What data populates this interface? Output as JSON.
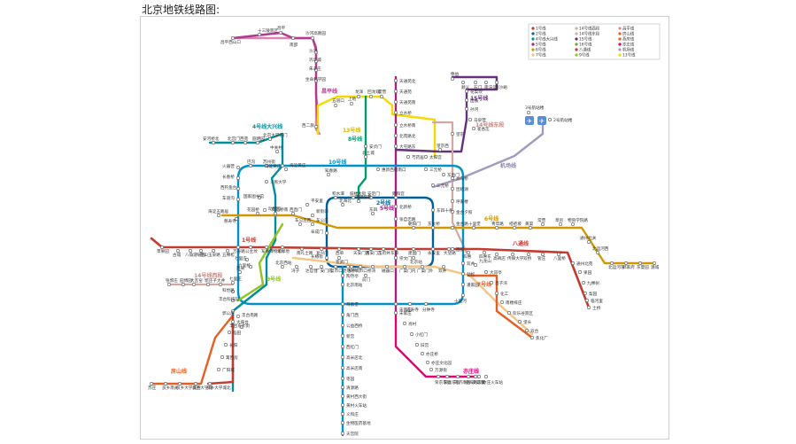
{
  "page": {
    "title": "北京地铁线路图:"
  },
  "legend": {
    "items": [
      {
        "label": "1号线",
        "color": "#c23a30"
      },
      {
        "label": "14号线西段",
        "color": "#d5a7a1"
      },
      {
        "label": "昌平线",
        "color": "#de82b2"
      },
      {
        "label": "2号线",
        "color": "#006098"
      },
      {
        "label": "14号线东段",
        "color": "#d5a7a1"
      },
      {
        "label": "房山线",
        "color": "#e46022"
      },
      {
        "label": "4号线大兴线",
        "color": "#008e9c"
      },
      {
        "label": "15号线",
        "color": "#653279"
      },
      {
        "label": "燕房线",
        "color": "#e46022"
      },
      {
        "label": "5号线",
        "color": "#a6217f"
      },
      {
        "label": "16号线",
        "color": "#6ba539"
      },
      {
        "label": "亦庄线",
        "color": "#e40077"
      },
      {
        "label": "6号线",
        "color": "#d29700"
      },
      {
        "label": "八通线",
        "color": "#c23a30"
      },
      {
        "label": "机场线",
        "color": "#a29bbb"
      },
      {
        "label": "7号线",
        "color": "#f6c582"
      },
      {
        "label": "9号线",
        "color": "#8fc31f"
      },
      {
        "label": "13号线",
        "color": "#f4da00"
      }
    ]
  },
  "line_labels": {
    "changping": "昌平线",
    "l13": "13号线",
    "l8": "8号线",
    "l10": "10号线",
    "l4": "4号线大兴线",
    "l5": "5号线",
    "l15": "15号线",
    "l14": "14号线东段",
    "airport": "机场线",
    "l6": "6号线",
    "l1": "1号线",
    "batong": "八通线",
    "l14w": "14号线西段",
    "l9": "9号线",
    "fangshan": "房山线",
    "yizhuang": "亦庄线",
    "l7": "7号线",
    "l2": "2号线",
    "l10b": "10号线"
  },
  "stations": {
    "s01": "十三陵景区",
    "s02": "昌平西山口",
    "s03": "昌平",
    "s04": "南邵",
    "s05": "沙河高教园",
    "s06": "沙河",
    "s07": "巩华城",
    "s08": "朱辛庄",
    "s09": "生命科学园",
    "s10": "西二旗",
    "s11": "天通苑北",
    "s12": "天通苑",
    "s13": "天通苑南",
    "s14": "立水桥",
    "s15": "立水桥南",
    "s16": "北苑路北",
    "s17": "大屯路东",
    "s18": "俸伯",
    "s19": "顺义",
    "s20": "石门",
    "s21": "南法信",
    "s22": "后沙峪",
    "s23": "花梨坎",
    "s24": "国展",
    "s25": "孙河",
    "s26": "马泉营",
    "s27": "崔各庄",
    "s28": "望京",
    "s29": "望京西",
    "s30": "3号航站楼",
    "s31": "2号航站楼",
    "s32": "三元桥",
    "s33": "东直门",
    "s34": "安河桥北",
    "s35": "北宫门",
    "s36": "西苑",
    "s37": "圆明园",
    "s38": "北京大学东门",
    "s39": "中关村",
    "s40": "海淀黄庄",
    "s41": "人民大学",
    "s42": "国家图书馆",
    "s43": "动物园",
    "s44": "西直门",
    "s45": "新街口",
    "s46": "平安里",
    "s47": "知春路",
    "s48": "五道口",
    "s49": "上地",
    "s50": "龙泽",
    "s51": "回龙观",
    "s52": "霍营",
    "s53": "北土城",
    "s54": "安贞门",
    "s55": "惠新西街南口",
    "s56": "芍药居",
    "s57": "太阳宫",
    "s58": "三元桥",
    "s59": "亮马桥",
    "s60": "团结湖",
    "s61": "呼家楼",
    "s62": "金台夕照",
    "s63": "国贸",
    "s64": "双井",
    "s65": "劲松",
    "s66": "潘家园",
    "s67": "十里河",
    "s68": "分钟寺",
    "s69": "成寿寺",
    "s70": "宋家庄",
    "s71": "苹果园",
    "s72": "古城",
    "s73": "八角游乐园",
    "s74": "八宝山",
    "s75": "玉泉路",
    "s76": "五棵松",
    "s77": "万寿路",
    "s78": "公主坟",
    "s79": "军事博物馆",
    "s80": "木樨地",
    "s81": "南礼士路",
    "s82": "复兴门",
    "s83": "西单",
    "s84": "天安门西",
    "s85": "天安门东",
    "s86": "王府井",
    "s87": "东单",
    "s88": "建国门",
    "s89": "永安里",
    "s90": "大望路",
    "s91": "四惠",
    "s92": "四惠东",
    "s93": "高碑店",
    "s94": "传媒大学",
    "s95": "双桥",
    "s96": "管庄",
    "s97": "八里桥",
    "s98": "通州北苑",
    "s99": "果园",
    "s100": "九棵树",
    "s101": "梨园",
    "s102": "临河里",
    "s103": "土桥",
    "s104": "海淀五路居",
    "s105": "慈寿寺",
    "s106": "花园桥",
    "s107": "白石桥南",
    "s108": "车公庄西",
    "s109": "车公庄",
    "s110": "北海北",
    "s111": "南锣鼓巷",
    "s112": "东四",
    "s113": "朝阳门",
    "s114": "东大桥",
    "s115": "金台路",
    "s116": "十里堡",
    "s117": "青年路",
    "s118": "褡裢坡",
    "s119": "黄渠",
    "s120": "常营",
    "s121": "草房",
    "s122": "物资学院路",
    "s123": "张郭庄",
    "s124": "园博园",
    "s125": "大瓦窑",
    "s126": "郭庄子",
    "s127": "大井",
    "s128": "七里庄",
    "s129": "西局",
    "s130": "郭公庄",
    "s131": "丰台科技园",
    "s132": "科怡路",
    "s133": "丰台南路",
    "s134": "丰台东大街",
    "s135": "七里庄",
    "s136": "六里桥",
    "s137": "苏庄",
    "s138": "良乡南关",
    "s139": "良乡大学城西",
    "s140": "良乡大学城",
    "s141": "良乡大学城北",
    "s142": "广阳城",
    "s143": "篱笆房",
    "s144": "长阳",
    "s145": "稻田",
    "s146": "大葆台",
    "s147": "北京西站",
    "s148": "湾子",
    "s149": "达官营",
    "s150": "广安门内",
    "s151": "菜市口",
    "s152": "虎坊桥",
    "s153": "珠市口",
    "s154": "桥湾",
    "s155": "磁器口",
    "s156": "广渠门内",
    "s157": "广渠门外",
    "s158": "双井",
    "s159": "九龙山",
    "s160": "大郊亭",
    "s161": "百子湾",
    "s162": "化工",
    "s163": "南楼梓庄",
    "s164": "欢乐谷景区",
    "s165": "垡头",
    "s166": "双合",
    "s167": "焦化厂",
    "s168": "天宫院",
    "s169": "生物医药基地",
    "s170": "义和庄",
    "s171": "黄村火车站",
    "s172": "黄村西大街",
    "s173": "清源路",
    "s174": "枣园",
    "s175": "高米店南",
    "s176": "高米店北",
    "s177": "西红门",
    "s178": "新宫",
    "s179": "公益西桥",
    "s180": "角门西",
    "s181": "马家堡",
    "s182": "北京南站",
    "s183": "陶然亭",
    "s184": "宋家庄",
    "s185": "肖村",
    "s186": "小红门",
    "s187": "旧宫",
    "s188": "亦庄桥",
    "s189": "亦庄文化园",
    "s190": "万源街",
    "s191": "荣京东街",
    "s192": "荣昌东街",
    "s193": "同济南路",
    "s194": "经海路",
    "s195": "次渠南",
    "s196": "次渠",
    "s197": "亦庄火车站",
    "s198": "西钓鱼台",
    "s199": "车道沟",
    "s200": "长春桥",
    "s201": "火器营",
    "s202": "巴沟",
    "s203": "苏州街",
    "s204": "海淀黄庄",
    "s205": "积水潭",
    "s206": "鼓楼大街",
    "s207": "安定门",
    "s208": "雍和宫",
    "s209": "北新桥",
    "s210": "张自忠路",
    "s211": "东四十条",
    "s212": "前门",
    "s213": "和平门",
    "s214": "宣武门",
    "s215": "长椿街",
    "s216": "阜成门",
    "s217": "北京站",
    "s218": "崇文门",
    "s219": "潞城",
    "s220": "东夏园",
    "s221": "郝家府",
    "s222": "北运河东",
    "s223": "北运河西",
    "s224": "通州北关"
  }
}
